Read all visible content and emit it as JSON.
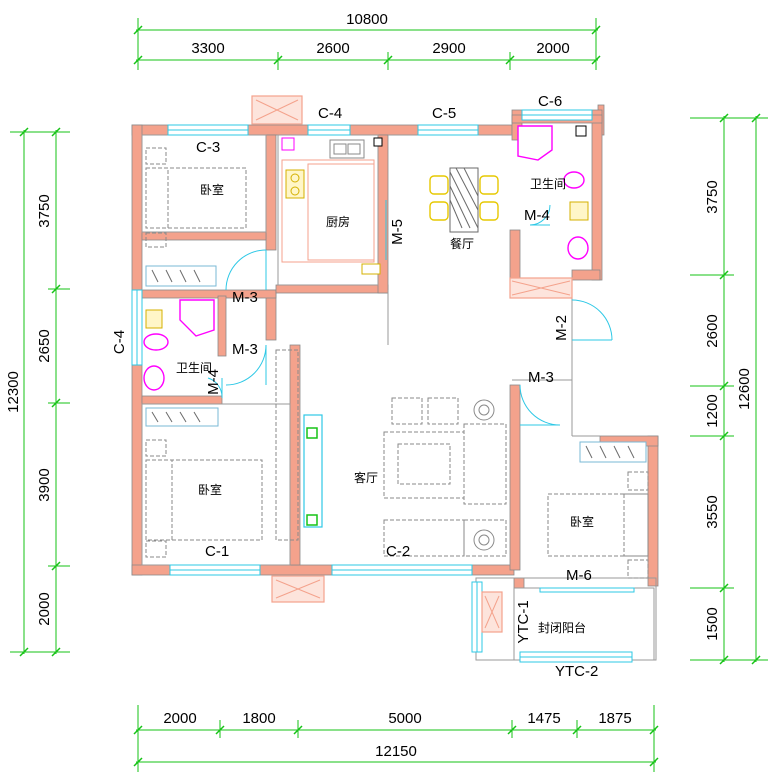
{
  "dimensions": {
    "top_total": "10800",
    "top_segments": [
      "3300",
      "2600",
      "2900",
      "2000"
    ],
    "bottom_total": "12150",
    "bottom_segments": [
      "2000",
      "1800",
      "5000",
      "1475",
      "1875"
    ],
    "left_total": "12300",
    "left_segments": [
      "3750",
      "2650",
      "3900",
      "2000"
    ],
    "right_total": "12600",
    "right_segments": [
      "3750",
      "2600",
      "1200",
      "3550",
      "1500"
    ]
  },
  "rooms": {
    "bedroom_top_left": "卧室",
    "bedroom_bottom_left": "卧室",
    "bedroom_right": "卧室",
    "kitchen": "厨房",
    "dining": "餐厅",
    "living": "客厅",
    "bathroom_left": "卫生间",
    "bathroom_right": "卫生间",
    "balcony": "封闭阳台"
  },
  "marks": {
    "c3": "C-3",
    "c4_top": "C-4",
    "c5": "C-5",
    "c6": "C-6",
    "c4_left": "C-4",
    "c1": "C-1",
    "c2": "C-2",
    "m3_a": "M-3",
    "m3_b": "M-3",
    "m3_c": "M-3",
    "m4_left": "M-4",
    "m4_right": "M-4",
    "m5": "M-5",
    "m2": "M-2",
    "m6": "M-6",
    "ytc1": "YTC-1",
    "ytc2": "YTC-2"
  },
  "colors": {
    "wall": "#f4a28c",
    "wall_line": "#9a9a9a",
    "window": "#2ec8e6",
    "dimension": "#16c316",
    "fixture_magenta": "#ff00ff",
    "fixture_yellow": "#e6c800",
    "furniture": "#8a8a8a"
  }
}
